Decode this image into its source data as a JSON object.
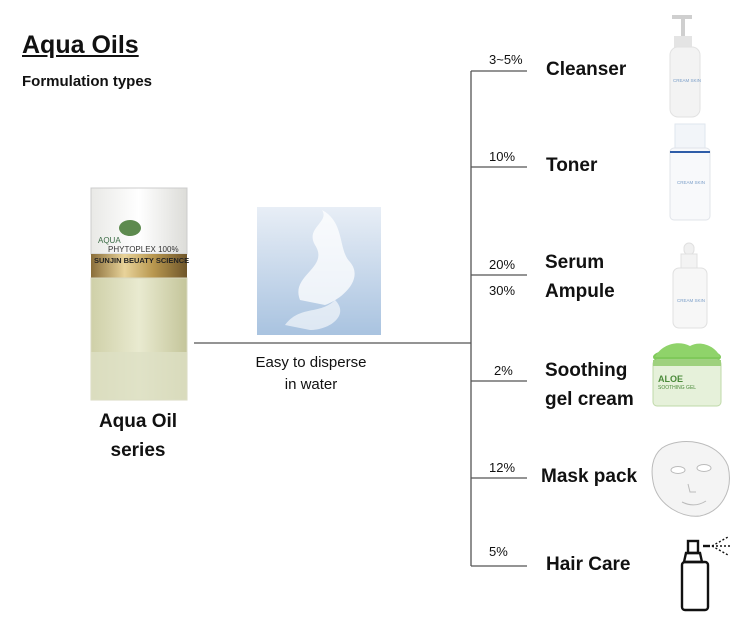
{
  "title": "Aqua Oils",
  "subtitle": "Formulation types",
  "source": {
    "bottle_text": {
      "brand": "AQUA",
      "line1": "PHYTOPLEX 100%",
      "line2": "SUNJIN BEUATY SCIENCE"
    },
    "label_line1": "Aqua Oil",
    "label_line2": "series"
  },
  "water": {
    "caption_line1": "Easy to disperse",
    "caption_line2": "in water"
  },
  "branches": [
    {
      "percent": "3~5%",
      "label": [
        "Cleanser"
      ],
      "icon": "pump-bottle-icon"
    },
    {
      "percent": "10%",
      "label": [
        "Toner"
      ],
      "icon": "toner-bottle-icon"
    },
    {
      "percent": "20%",
      "percent2": "30%",
      "label": [
        "Serum",
        "Ampule"
      ],
      "icon": "dropper-bottle-icon"
    },
    {
      "percent": "2%",
      "label": [
        "Soothing",
        "gel cream"
      ],
      "icon": "gel-jar-icon"
    },
    {
      "percent": "12%",
      "label": [
        "Mask pack"
      ],
      "icon": "face-mask-icon"
    },
    {
      "percent": "5%",
      "label": [
        "Hair Care"
      ],
      "icon": "spray-bottle-icon"
    }
  ],
  "product_text": {
    "cleanser_label": "CREAM SKIN",
    "toner_label": "CREAM SKIN",
    "serum_label": "CREAM SKIN",
    "gel_line1": "ALOE",
    "gel_line2": "SOOTHING GEL"
  },
  "colors": {
    "line": "#555555",
    "gel": "#8fd36a",
    "water": "#c9dcef"
  }
}
